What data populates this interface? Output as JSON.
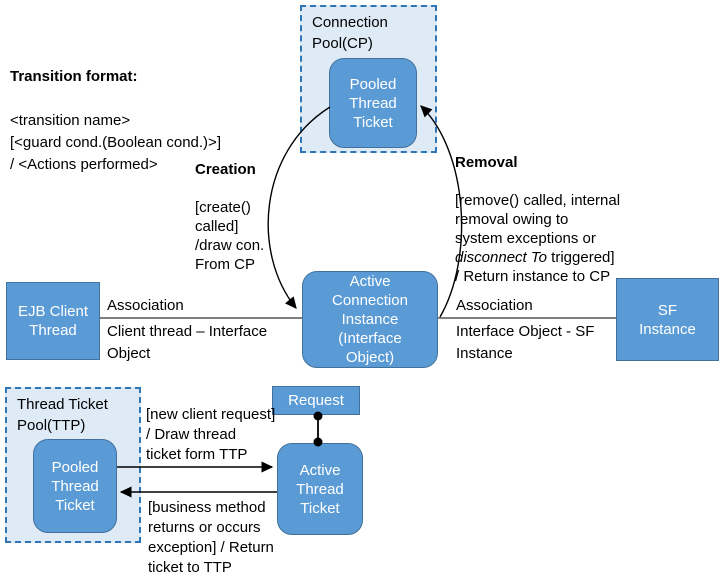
{
  "colors": {
    "node-fill": "#5B9BD5",
    "node-border": "#41719C",
    "pool-fill": "#DEEBF7",
    "pool-border": "#2E75B6",
    "assoc-line": "#808080",
    "arrow": "#000000",
    "text": "#000000",
    "node-text": "#FFFFFF"
  },
  "legend": {
    "title": "Transition format:",
    "body": "<transition name>\n[<guard cond.(Boolean cond.)>]\n/ <Actions performed>"
  },
  "pools": {
    "cp": {
      "label": "Connection\nPool(CP)"
    },
    "ttp": {
      "label": "Thread Ticket\nPool(TTP)"
    }
  },
  "nodes": {
    "pooled_thread_ticket_cp": {
      "label": "Pooled\nThread\nTicket"
    },
    "active_connection_instance": {
      "label": "Active\nConnection\nInstance\n(Interface\nObject)"
    },
    "ejb_client_thread": {
      "label": "EJB Client\nThread"
    },
    "sf_instance": {
      "label": "SF\nInstance"
    },
    "request": {
      "label": "Request"
    },
    "active_thread_ticket": {
      "label": "Active\nThread\nTicket"
    },
    "pooled_thread_ticket_ttp": {
      "label": "Pooled\nThread\nTicket"
    }
  },
  "transitions": {
    "creation": {
      "title": "Creation",
      "body": "[create()\ncalled]\n/draw con.\nFrom CP"
    },
    "removal": {
      "title": "Removal",
      "body_pre": "[remove() called, internal\nremoval owing to\nsystem exceptions or\n",
      "italic": "disconnect To",
      "body_post": " triggered]\n/ Return instance to CP"
    },
    "draw_ticket": {
      "body": "[new client request]\n/ Draw thread\nticket form TTP"
    },
    "return_ticket": {
      "body": "[business method\nreturns or occurs\nexception] / Return\nticket to TTP"
    }
  },
  "associations": {
    "left": {
      "name": "Association",
      "detail": "Client thread – Interface\nObject"
    },
    "right": {
      "name": "Association",
      "detail": "Interface Object - SF\nInstance"
    }
  }
}
